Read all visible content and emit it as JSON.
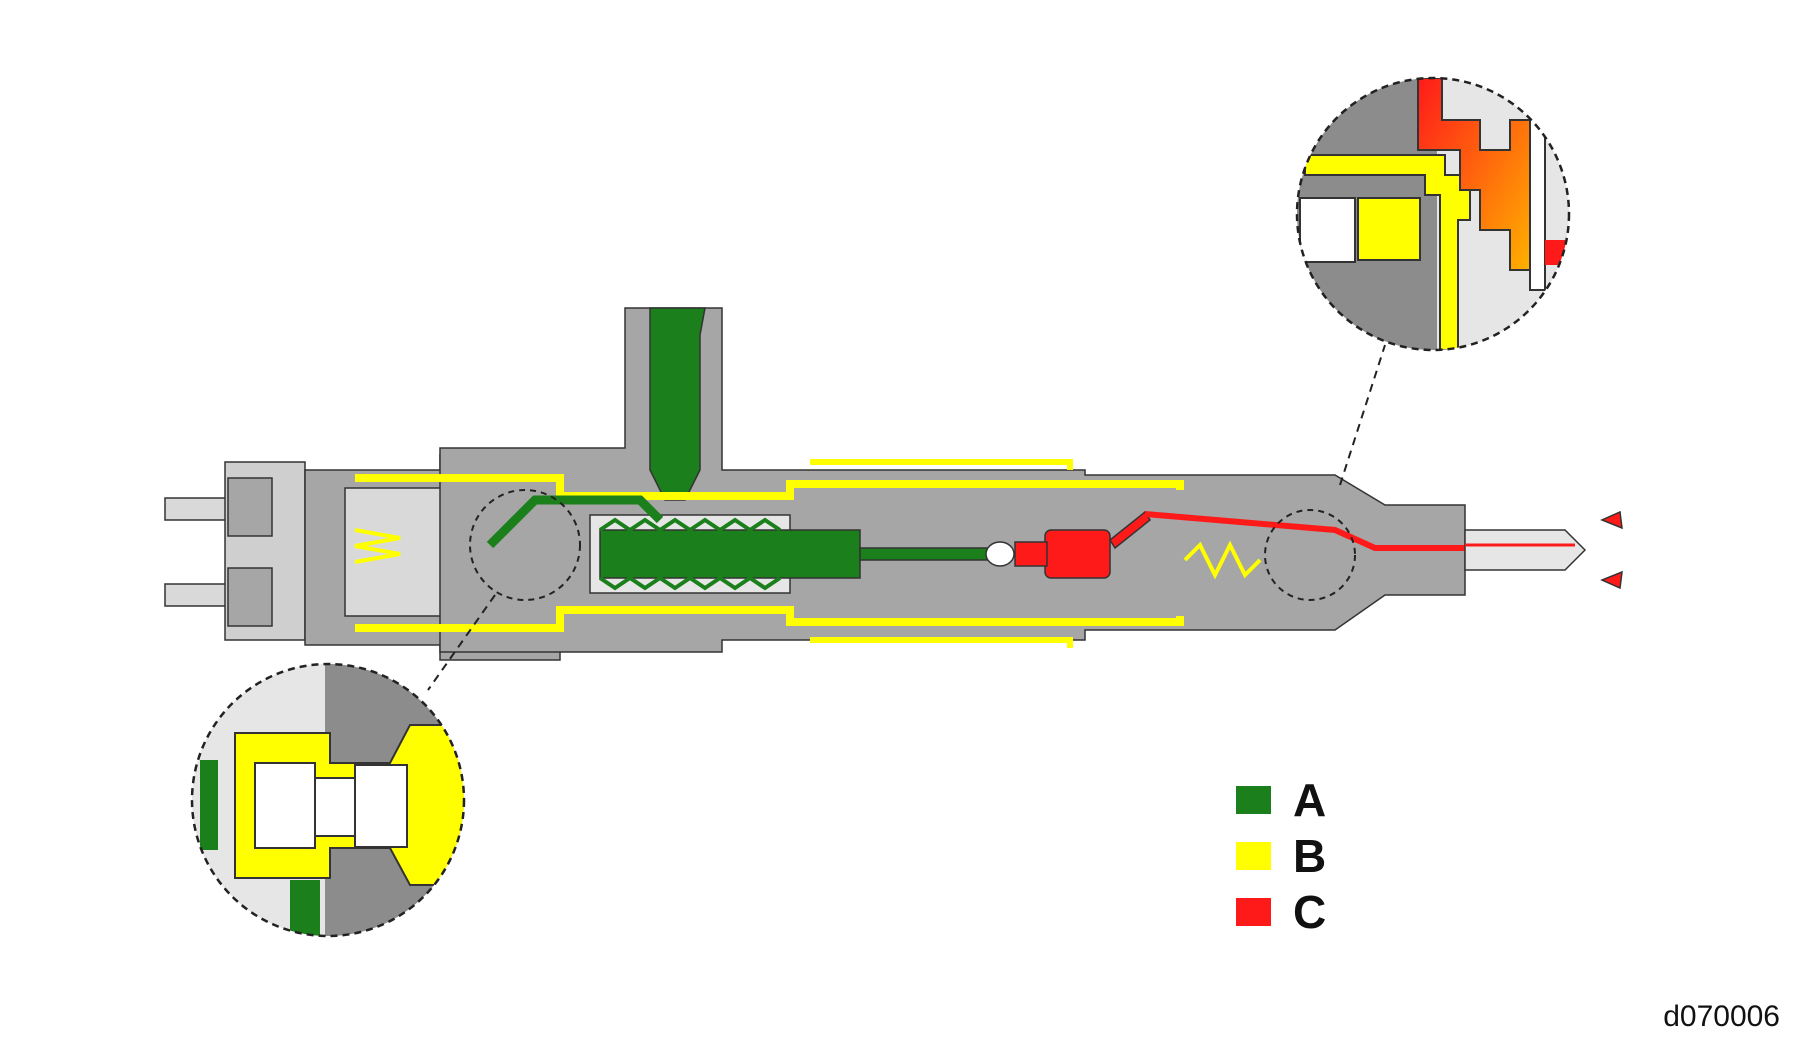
{
  "colors": {
    "A": "#1b7f1b",
    "B": "#ffff00",
    "C": "#ff1a1a",
    "body": "#a6a6a6",
    "body_dark": "#8c8c8c",
    "body_light": "#d9d9d9",
    "outline": "#333333"
  },
  "legend": {
    "items": [
      {
        "label": "A",
        "color": "#1b7f1b"
      },
      {
        "label": "B",
        "color": "#ffff00"
      },
      {
        "label": "C",
        "color": "#ff1a1a"
      }
    ]
  },
  "figure_id": "d070006"
}
